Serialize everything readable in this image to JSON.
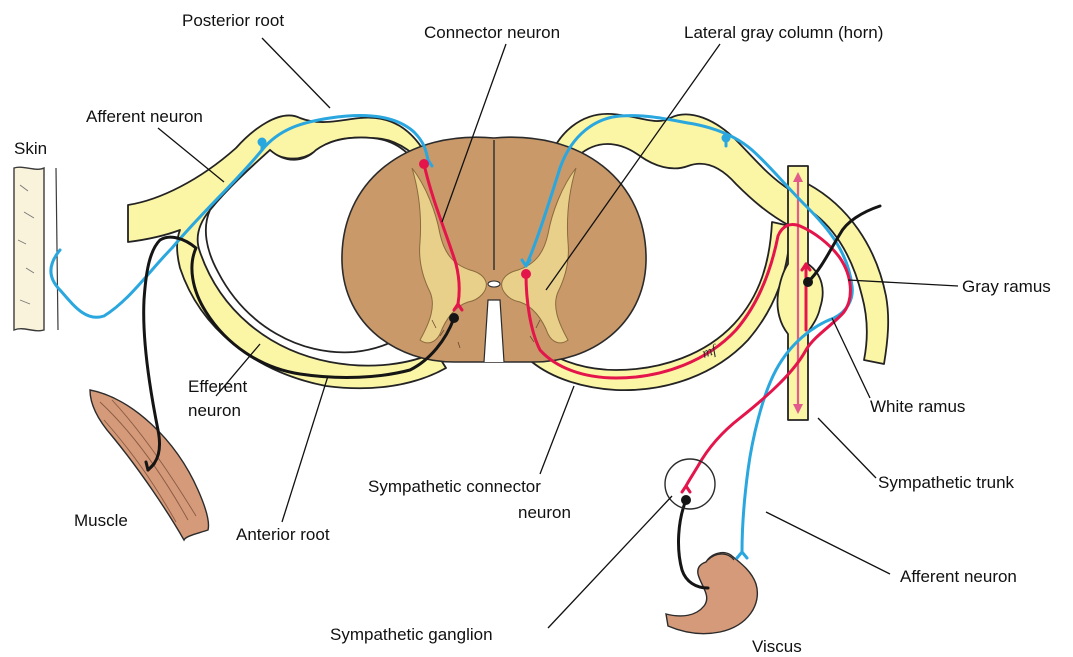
{
  "labels": {
    "posterior_root": "Posterior root",
    "connector_neuron": "Connector neuron",
    "lateral_gray_column": "Lateral gray column (horn)",
    "afferent_neuron_top": "Afferent neuron",
    "skin": "Skin",
    "gray_ramus": "Gray ramus",
    "efferent_neuron_line1": "Efferent",
    "efferent_neuron_line2": "neuron",
    "white_ramus": "White ramus",
    "sympathetic_connector_line1": "Sympathetic connector",
    "sympathetic_connector_line2": "neuron",
    "sympathetic_trunk": "Sympathetic trunk",
    "muscle": "Muscle",
    "anterior_root": "Anterior root",
    "afferent_neuron_bottom": "Afferent neuron",
    "sympathetic_ganglion": "Sympathetic ganglion",
    "viscus": "Viscus",
    "artist_initials": "mf"
  },
  "colors": {
    "nerve_fill": "#fbf5a6",
    "cord_fill": "#c9996a",
    "gray_matter_fill": "#e8cf8a",
    "afferent": "#2aa7de",
    "sympathetic": "#e4154b",
    "efferent": "#151515",
    "tissue": "#d49a7a"
  }
}
